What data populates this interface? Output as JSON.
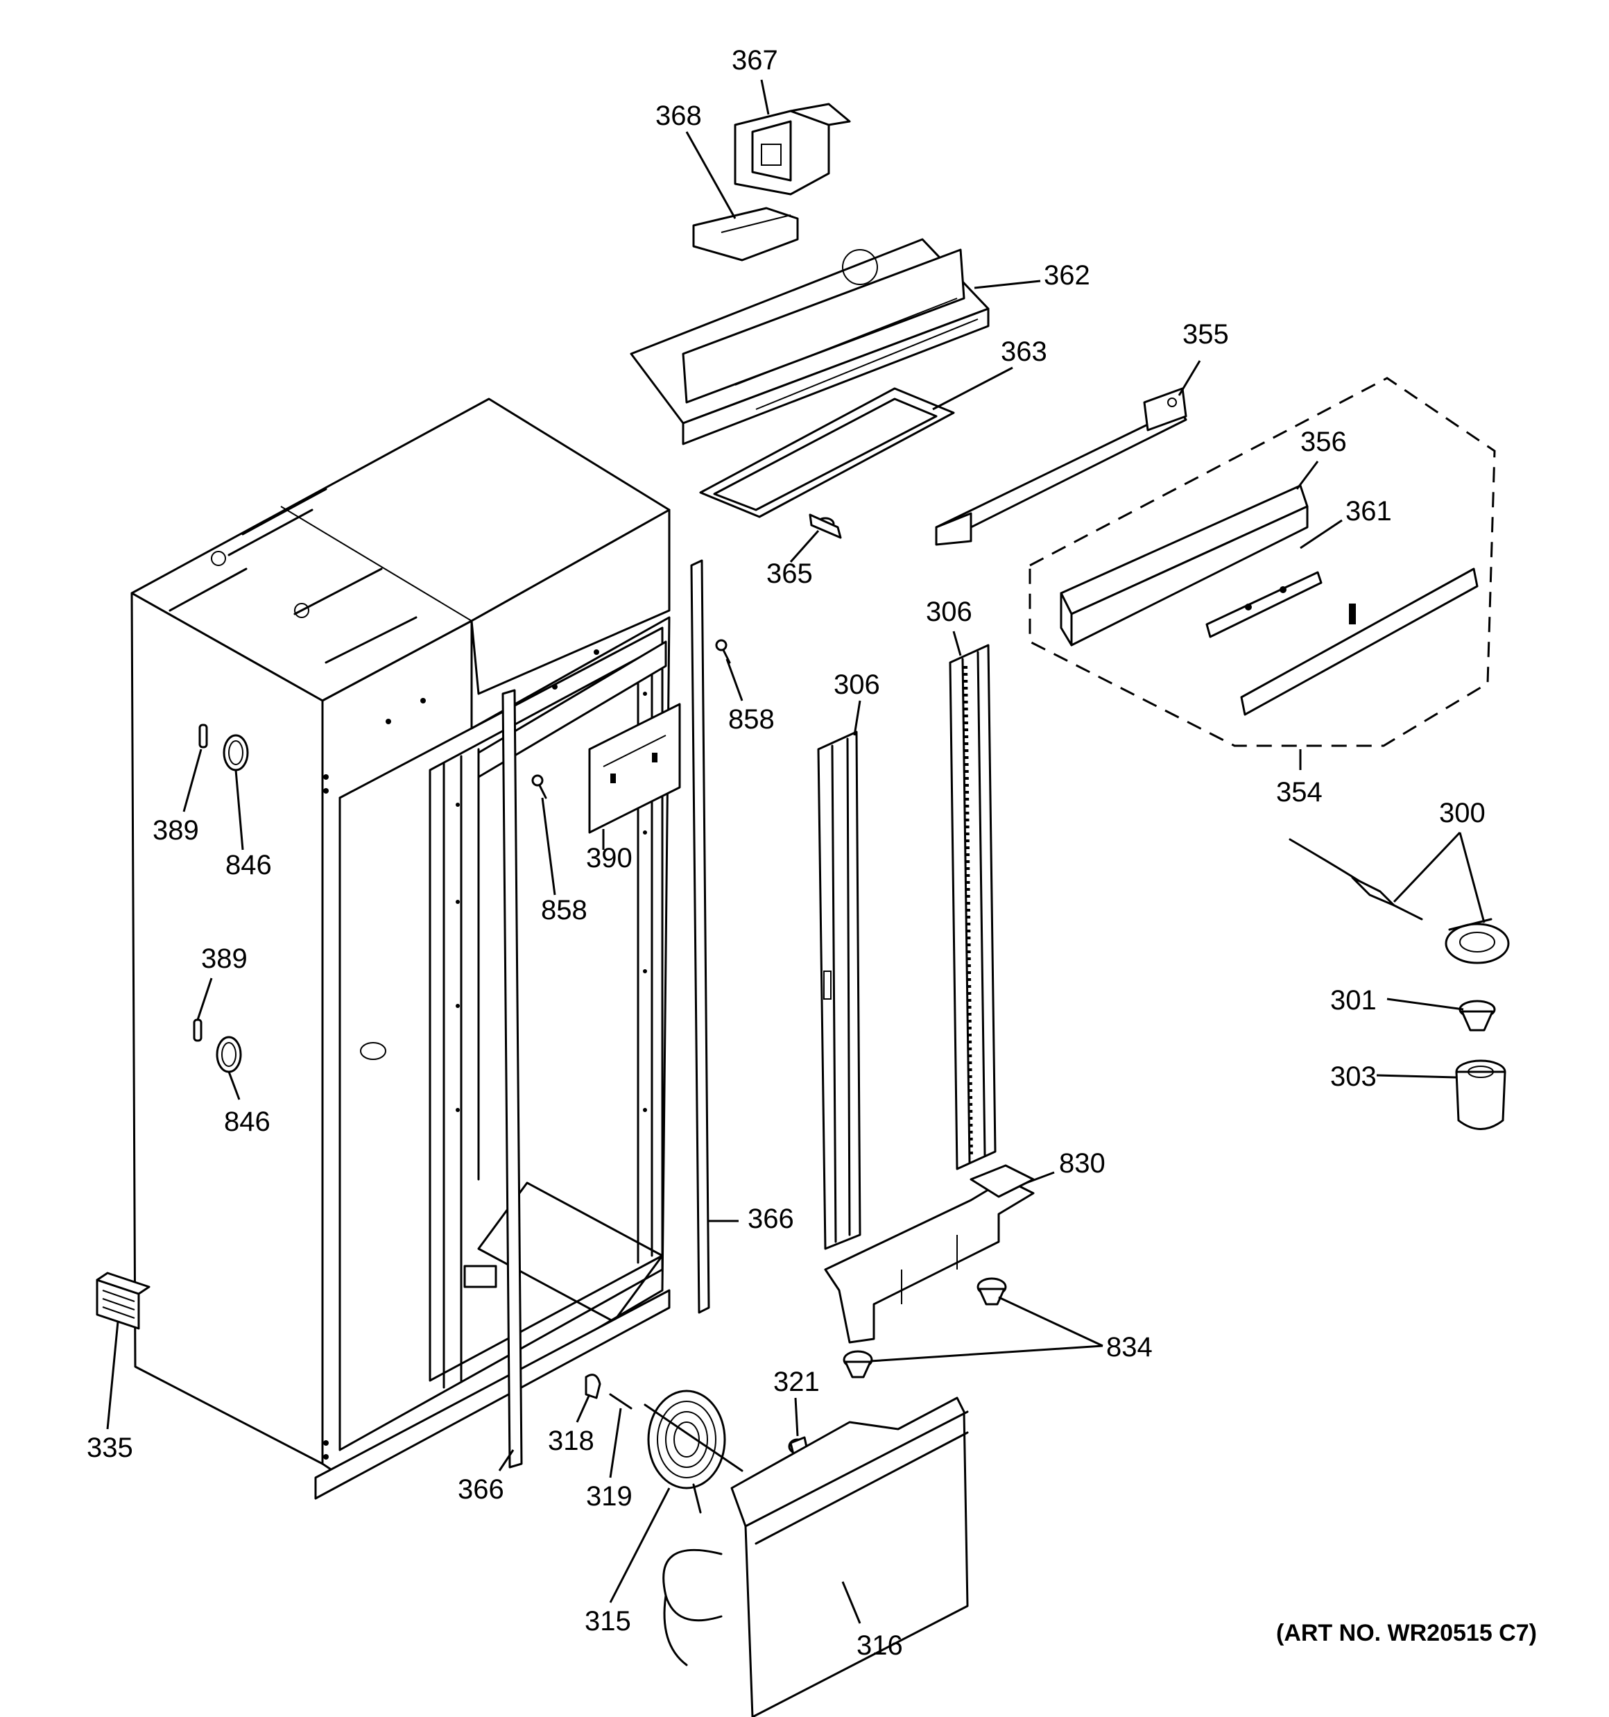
{
  "callouts": [
    {
      "id": "p367",
      "text": "367"
    },
    {
      "id": "p368",
      "text": "368"
    },
    {
      "id": "p362",
      "text": "362"
    },
    {
      "id": "p363",
      "text": "363"
    },
    {
      "id": "p355",
      "text": "355"
    },
    {
      "id": "p356",
      "text": "356"
    },
    {
      "id": "p361",
      "text": "361"
    },
    {
      "id": "p365",
      "text": "365"
    },
    {
      "id": "p306a",
      "text": "306"
    },
    {
      "id": "p306b",
      "text": "306"
    },
    {
      "id": "p858a",
      "text": "858"
    },
    {
      "id": "p858b",
      "text": "858"
    },
    {
      "id": "p354",
      "text": "354"
    },
    {
      "id": "p300",
      "text": "300"
    },
    {
      "id": "p389a",
      "text": "389"
    },
    {
      "id": "p846a",
      "text": "846"
    },
    {
      "id": "p390",
      "text": "390"
    },
    {
      "id": "p389b",
      "text": "389"
    },
    {
      "id": "p846b",
      "text": "846"
    },
    {
      "id": "p301",
      "text": "301"
    },
    {
      "id": "p303",
      "text": "303"
    },
    {
      "id": "p830",
      "text": "830"
    },
    {
      "id": "p366a",
      "text": "366"
    },
    {
      "id": "p834",
      "text": "834"
    },
    {
      "id": "p321",
      "text": "321"
    },
    {
      "id": "p335",
      "text": "335"
    },
    {
      "id": "p318",
      "text": "318"
    },
    {
      "id": "p366b",
      "text": "366"
    },
    {
      "id": "p319",
      "text": "319"
    },
    {
      "id": "p315",
      "text": "315"
    },
    {
      "id": "p316",
      "text": "316"
    }
  ],
  "art_number": "(ART NO. WR20515 C7)"
}
